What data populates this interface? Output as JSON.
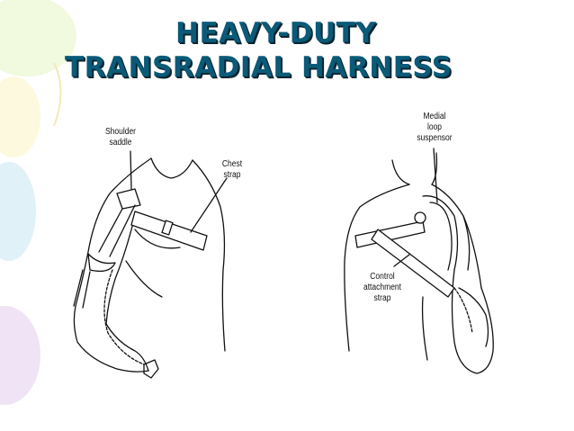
{
  "title": {
    "line1": "HEAVY-DUTY",
    "line2": "TRANSRADIAL HARNESS"
  },
  "labels": {
    "shoulder_saddle": [
      "Shoulder",
      "saddle"
    ],
    "chest_strap": [
      "Chest",
      "strap"
    ],
    "medial_loop": [
      "Medial",
      "loop",
      "suspensor"
    ],
    "control_strap": [
      "Control",
      "attachment",
      "strap"
    ]
  },
  "colors": {
    "title": "#0a5a78",
    "title_shadow": "#0b2530",
    "line_art": "#111111"
  }
}
